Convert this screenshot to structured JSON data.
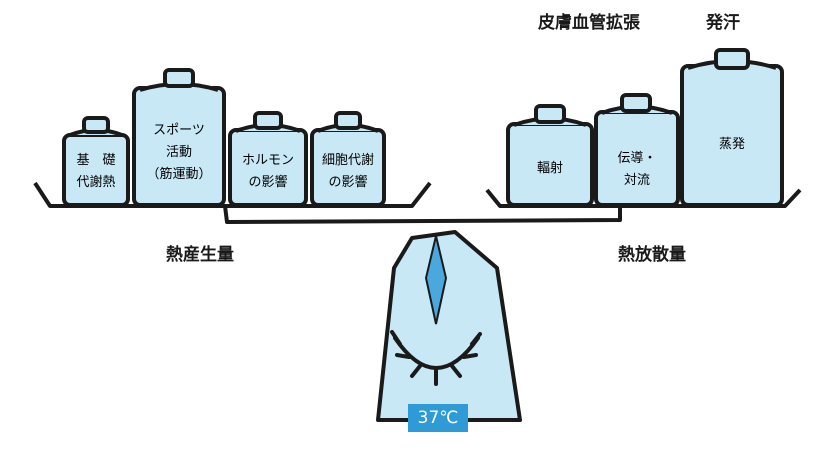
{
  "top_labels": {
    "skin_vasodilation": "皮膚血管拡張",
    "sweating": "発汗"
  },
  "left": {
    "heading": "熱産生量",
    "jars": [
      {
        "line1": "基　礎",
        "line2": "代謝熱"
      },
      {
        "line1": "スポーツ",
        "line2": "活動",
        "line3": "（筋運動）"
      },
      {
        "line1": "ホルモン",
        "line2": "の影響"
      },
      {
        "line1": "細胞代謝",
        "line2": "の影響"
      }
    ]
  },
  "right": {
    "heading": "熱放散量",
    "jars": [
      {
        "line1": "輻射"
      },
      {
        "line1": "伝導・",
        "line2": "対流"
      },
      {
        "line1": "蒸発"
      }
    ]
  },
  "temperature": "37℃",
  "colors": {
    "jar_fill": "#c9e8f6",
    "outline": "#1a1a1a",
    "badge": "#2e9ad6",
    "diamond": "#4aa8dc"
  }
}
